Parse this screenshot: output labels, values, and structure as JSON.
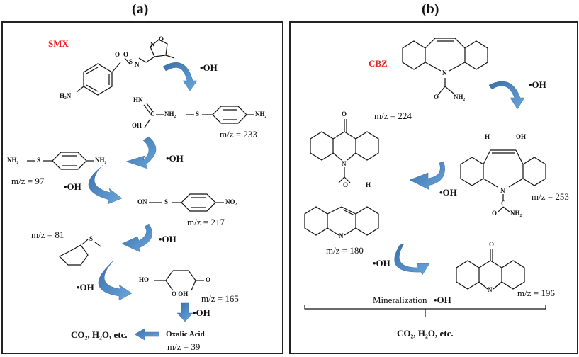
{
  "figure": {
    "panels": [
      {
        "label": "(a)",
        "compound": "SMX",
        "radical": "•OH",
        "intermediates": [
          {
            "mz_label": "m/z = 233"
          },
          {
            "mz_label": "m/z = 97"
          },
          {
            "mz_label": "m/z = 217"
          },
          {
            "mz_label": "m/z = 81"
          },
          {
            "mz_label": "m/z = 165"
          },
          {
            "name": "Oxalic Acid",
            "mz_label": "m/z = 39"
          }
        ],
        "final_products": "CO₂, H₂O, etc.",
        "atoms": {
          "o": "O",
          "n": "N",
          "h": "H",
          "s": "S",
          "c": "C",
          "h2n": "H₂N",
          "nh2": "NH₂",
          "hn": "HN",
          "oh": "OH",
          "ho": "HO",
          "on": "ON",
          "no2": "NO₂",
          "oo": "O OH"
        }
      },
      {
        "label": "(b)",
        "compound": "CBZ",
        "radical": "•OH",
        "intermediates": [
          {
            "mz_label": "m/z = 224"
          },
          {
            "mz_label": "m/z = 253"
          },
          {
            "mz_label": "m/z = 180"
          },
          {
            "mz_label": "m/z = 196"
          }
        ],
        "mineralization_label": "Mineralization",
        "final_products": "CO₂, H₂O, etc.",
        "atoms": {
          "o": "O",
          "n": "N",
          "h": "H",
          "c": "C",
          "nh2": "NH₂",
          "oh": "OH"
        }
      }
    ],
    "colors": {
      "arrow": "#4a86c5",
      "compound_label": "#e8201f"
    }
  }
}
